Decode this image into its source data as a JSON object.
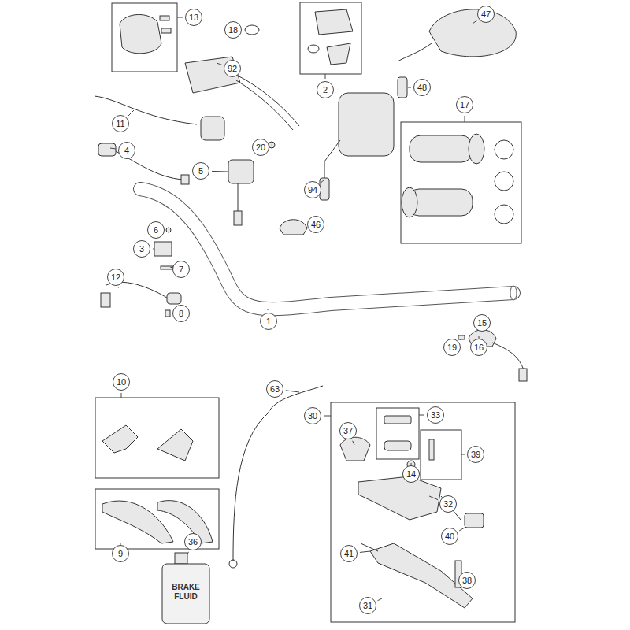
{
  "diagram": {
    "labels": [
      "13",
      "18",
      "2",
      "47",
      "92",
      "48",
      "17",
      "11",
      "4",
      "20",
      "5",
      "94",
      "46",
      "6",
      "3",
      "7",
      "12",
      "8",
      "1",
      "15",
      "19",
      "16",
      "10",
      "63",
      "30",
      "33",
      "37",
      "39",
      "14",
      "32",
      "40",
      "41",
      "38",
      "31",
      "9",
      "36",
      "BRAKE FLUID"
    ]
  }
}
